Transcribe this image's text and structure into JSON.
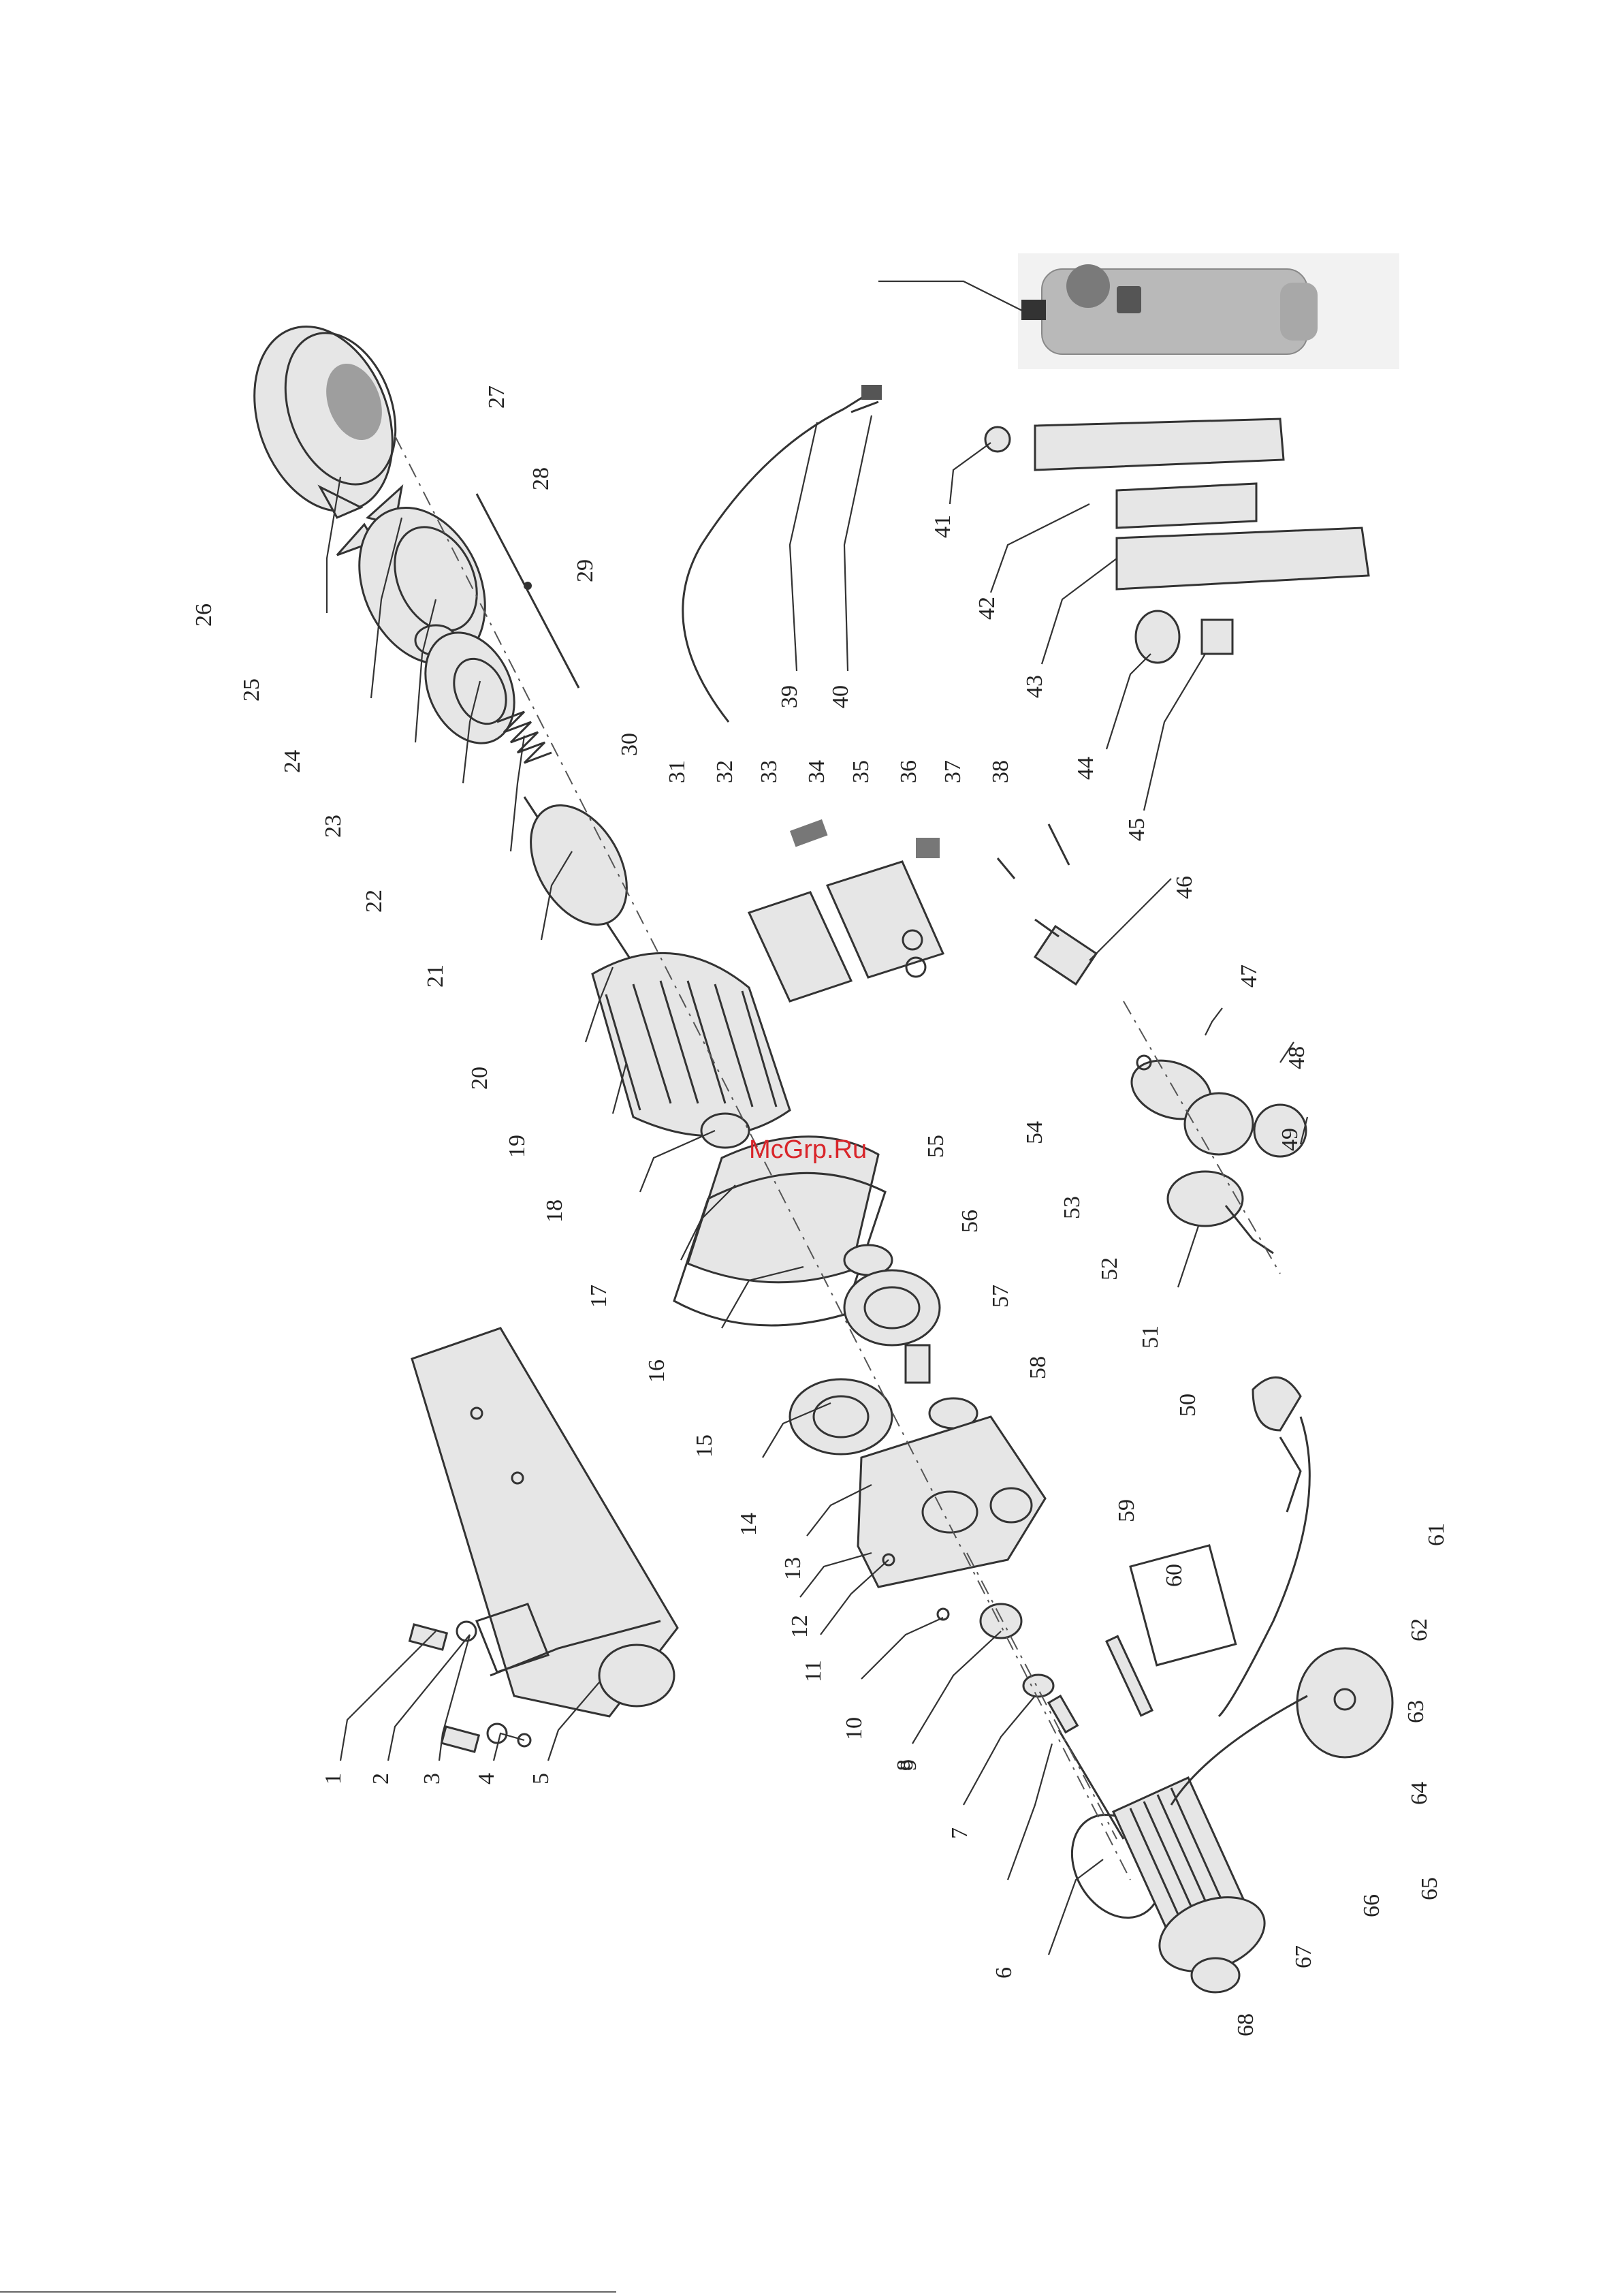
{
  "watermark": "McGrp.Ru",
  "colors": {
    "line": "#333333",
    "watermark": "#d9252a",
    "photo_body": "#b9b9b9"
  },
  "part_labels": [
    "1",
    "2",
    "3",
    "4",
    "5",
    "6",
    "7",
    "8",
    "9",
    "10",
    "11",
    "12",
    "13",
    "14",
    "15",
    "16",
    "17",
    "18",
    "19",
    "20",
    "21",
    "22",
    "23",
    "24",
    "25",
    "26",
    "27",
    "28",
    "29",
    "30",
    "31",
    "32",
    "33",
    "34",
    "35",
    "36",
    "37",
    "38",
    "39",
    "40",
    "41",
    "42",
    "43",
    "44",
    "45",
    "46",
    "47",
    "48",
    "49",
    "50",
    "51",
    "52",
    "53",
    "54",
    "55",
    "56",
    "57",
    "58",
    "59",
    "60",
    "61",
    "62",
    "63",
    "64",
    "65",
    "66",
    "67",
    "68"
  ]
}
